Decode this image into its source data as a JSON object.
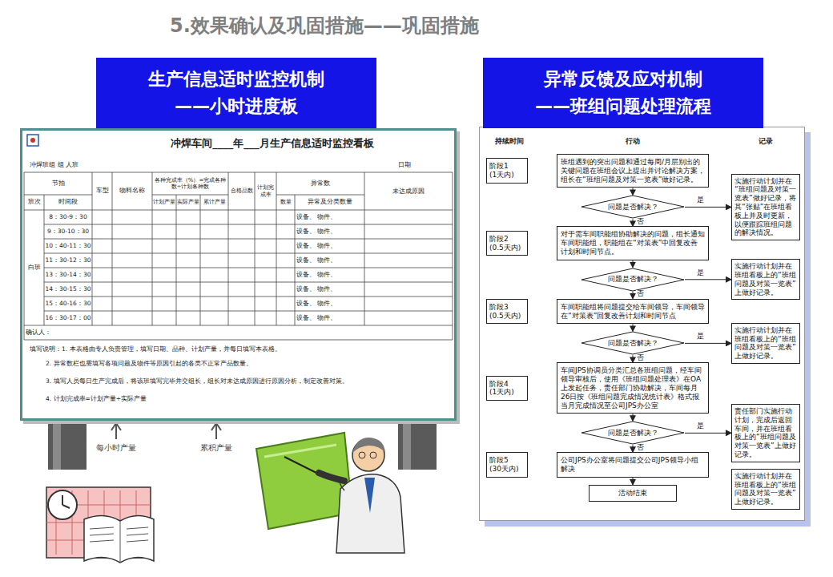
{
  "diagram": {
    "title": "5.效果确认及巩固措施——巩固措施",
    "nodes": [
      {
        "text": [
          "生产信息适时监控机制",
          "——小时进度板"
        ]
      },
      {
        "text": [
          "异常反馈及应对机制",
          "——班组问题处理流程"
        ]
      },
      {
        "text": [
          "阶段1",
          "(1天内)"
        ]
      },
      {
        "text": [
          "班组遇到的突出问题和通过每周/月层别出的关键问题在班组会议上提出并讨论解决方案，组长在“班组问题及对策一览表”做好记录。"
        ]
      },
      {
        "text": [
          "问题是否解决？"
        ]
      },
      {
        "text": [
          "实施行动计划并在“班组问题及对策一览表”做好记录，将其“张贴”在班组看板上并及时更新，以便跟踪班组问题的解决情况。"
        ]
      },
      {
        "text": [
          "阶段2",
          "(0.5天内)"
        ]
      },
      {
        "text": [
          "对于需车间职能组协助解决的问题，组长通知车间职能组，职能组在“对策表”中回复改善计划和时间节点。"
        ]
      },
      {
        "text": [
          "问题是否解决？"
        ]
      },
      {
        "text": [
          "实施行动计划并在班组看板上的“班组问题及对策一览表”上做好记录。"
        ]
      },
      {
        "text": [
          "阶段3",
          "(0.5天内)"
        ]
      },
      {
        "text": [
          "车间职能组将问题提交给车间领导，车间领导在“对策表”回复改善计划和时间节点"
        ]
      },
      {
        "text": [
          "问题是否解决？"
        ]
      },
      {
        "text": [
          "实施行动计划并在班组看板上的“班组问题及对策一览表”上做好记录。"
        ]
      },
      {
        "text": [
          "阶段4",
          "(1天内)"
        ]
      },
      {
        "text": [
          "车间JPS协调员分类汇总各班组问题，经车间领导审核后，使用《班组问题处理表》在OA上发起任务，责任部门协助解决，车间每月26日按《班组问题完成情况统计表》格式报当月完成情况至公司JPS办公室"
        ]
      },
      {
        "text": [
          "问题是否解决？"
        ]
      },
      {
        "text": [
          "责任部门实施行动计划，完成后返回车间，并在班组看板上的“班组问题及对策一览表”上做好记录。"
        ]
      },
      {
        "text": [
          "阶段5",
          "(30天内)"
        ]
      },
      {
        "text": [
          "公司JPS办公室将问题提交公司JPS领导小组解决"
        ]
      },
      {
        "text": [
          "活动结束"
        ]
      },
      {
        "text": [
          "实施行动计划并在班组看板上的“班组问题及对策一览表”上做好记录。"
        ]
      }
    ],
    "edges": [
      {
        "from": 3,
        "to": 4,
        "arrow": "to"
      },
      {
        "from": 4,
        "to": 5,
        "label": "是",
        "arrow": "to"
      },
      {
        "from": 4,
        "to": 7,
        "label": "否",
        "arrow": "to"
      },
      {
        "from": 7,
        "to": 8,
        "arrow": "to"
      },
      {
        "from": 8,
        "to": 9,
        "label": "是",
        "arrow": "to"
      },
      {
        "from": 8,
        "to": 11,
        "label": "否",
        "arrow": "to"
      },
      {
        "from": 11,
        "to": 12,
        "arrow": "to"
      },
      {
        "from": 12,
        "to": 13,
        "label": "是",
        "arrow": "to"
      },
      {
        "from": 12,
        "to": 15,
        "label": "否",
        "arrow": "to"
      },
      {
        "from": 15,
        "to": 16,
        "arrow": "to"
      },
      {
        "from": 16,
        "to": 17,
        "label": "是",
        "arrow": "to"
      },
      {
        "from": 16,
        "to": 19,
        "label": "否",
        "arrow": "to"
      },
      {
        "from": 19,
        "to": 20,
        "arrow": "to"
      }
    ],
    "labels": [
      "冲焊车间____年___月生产信息适时监控看板",
      "冲焊班组 组 人班",
      "日期",
      "节拍",
      "各种完成率（%）=完成各种数÷计划各种数",
      "合格品数",
      "计划完成率",
      "异常数",
      "未达成原因",
      "班次",
      "时间段",
      "车型",
      "物料名称",
      "计划产量",
      "实际产量",
      "累计产量",
      "数量",
      "异常及分类数量",
      "白班",
      "8：30-9：30",
      "9：30-10：30",
      "10：40-11：30",
      "11：30-12：30",
      "13：30-14：30",
      "14：30-15：30",
      "15：40-16：30",
      "16：30-17：00",
      "设备、 物件、",
      "设备、 物件、",
      "设备、 物件、",
      "设备、 物件、",
      "设备、 物件、",
      "设备、 物件、",
      "设备、 物件、",
      "设备、 物件、",
      "确认人：",
      "填写说明：1. 本表格由专人负责管理，填写日期、品种、计划产量，并每日填写本表格。",
      "2. 异常数栏也需填写各项问题及物件等原因引起的各类不正常产品数量。",
      "3. 填写人员每日生产完成后，将该班填写完毕并交组长，组长对未达成原因进行原因分析，制定改善对策。",
      "4. 计划完成率=计划产量÷实际产量",
      "每小时产量",
      "累积产量",
      "持续时间",
      "行动",
      "记录"
    ]
  }
}
